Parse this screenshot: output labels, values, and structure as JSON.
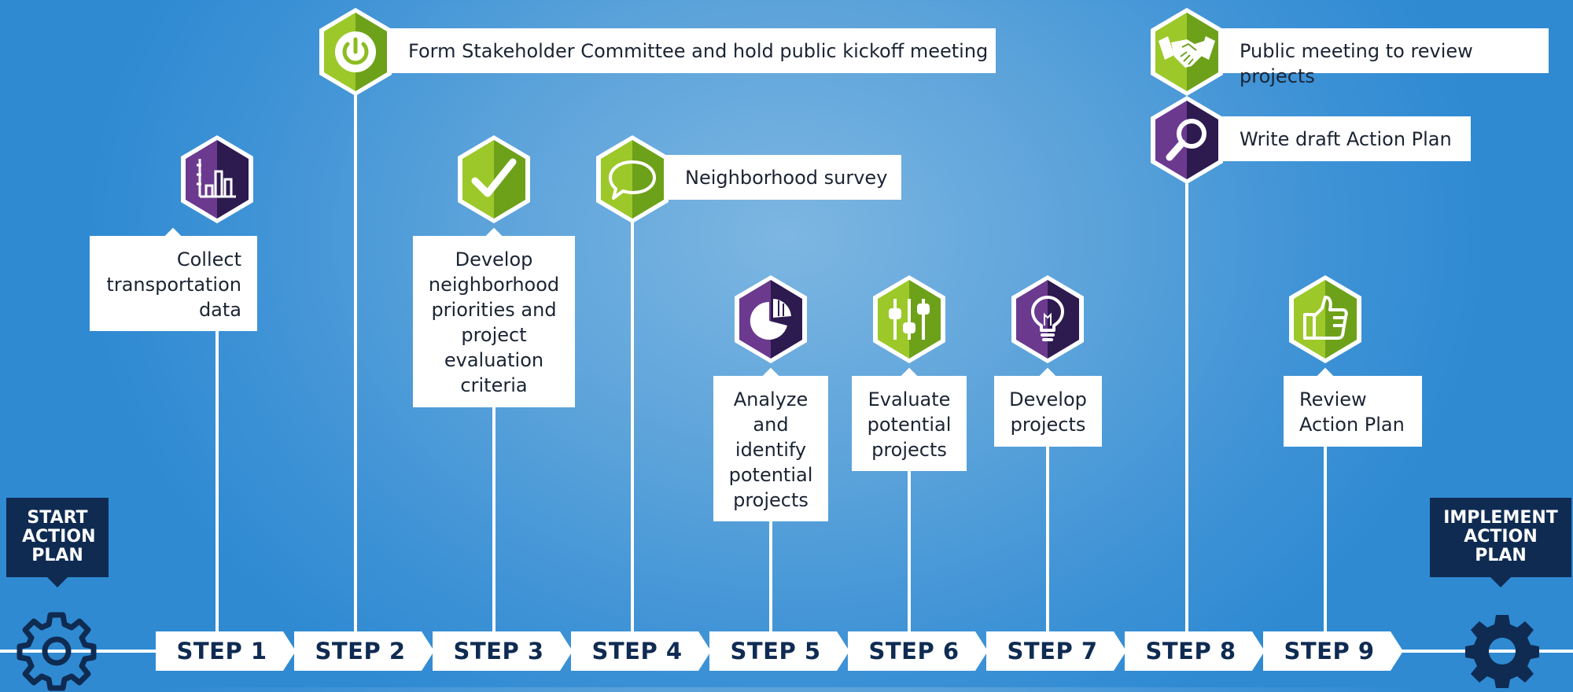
{
  "start": {
    "label": "START ACTION PLAN"
  },
  "end": {
    "label": "IMPLEMENT ACTION PLAN"
  },
  "steps": [
    "STEP 1",
    "STEP 2",
    "STEP 3",
    "STEP 4",
    "STEP 5",
    "STEP 6",
    "STEP 7",
    "STEP 8",
    "STEP 9"
  ],
  "tasks": {
    "collect": "Collect transportation data",
    "committee": "Form Stakeholder Committee and hold public kickoff meeting",
    "priorities": "Develop neighborhood priorities and project evaluation criteria",
    "survey": "Neighborhood survey",
    "analyze": "Analyze and identify potential projects",
    "evaluate": "Evaluate potential projects",
    "develop": "Develop projects",
    "public_meeting": "Public meeting to review projects",
    "draft_plan": "Write draft Action Plan",
    "review_plan": "Review Action Plan"
  },
  "icons": {
    "collect": "bar-chart-icon",
    "committee": "power-icon",
    "priorities": "checkmark-icon",
    "survey": "speech-bubble-icon",
    "analyze": "pie-chart-icon",
    "evaluate": "sliders-icon",
    "develop": "lightbulb-icon",
    "public_meeting": "handshake-icon",
    "draft_plan": "magnifier-icon",
    "review_plan": "thumbs-up-icon",
    "start": "gear-outline-icon",
    "end": "gear-solid-icon"
  },
  "colors": {
    "green_light": "#9cc82a",
    "green_dark": "#6ea11a",
    "purple_light": "#6b3a8f",
    "purple_dark": "#2d1a4f",
    "navy": "#0f2b52",
    "white": "#ffffff"
  }
}
